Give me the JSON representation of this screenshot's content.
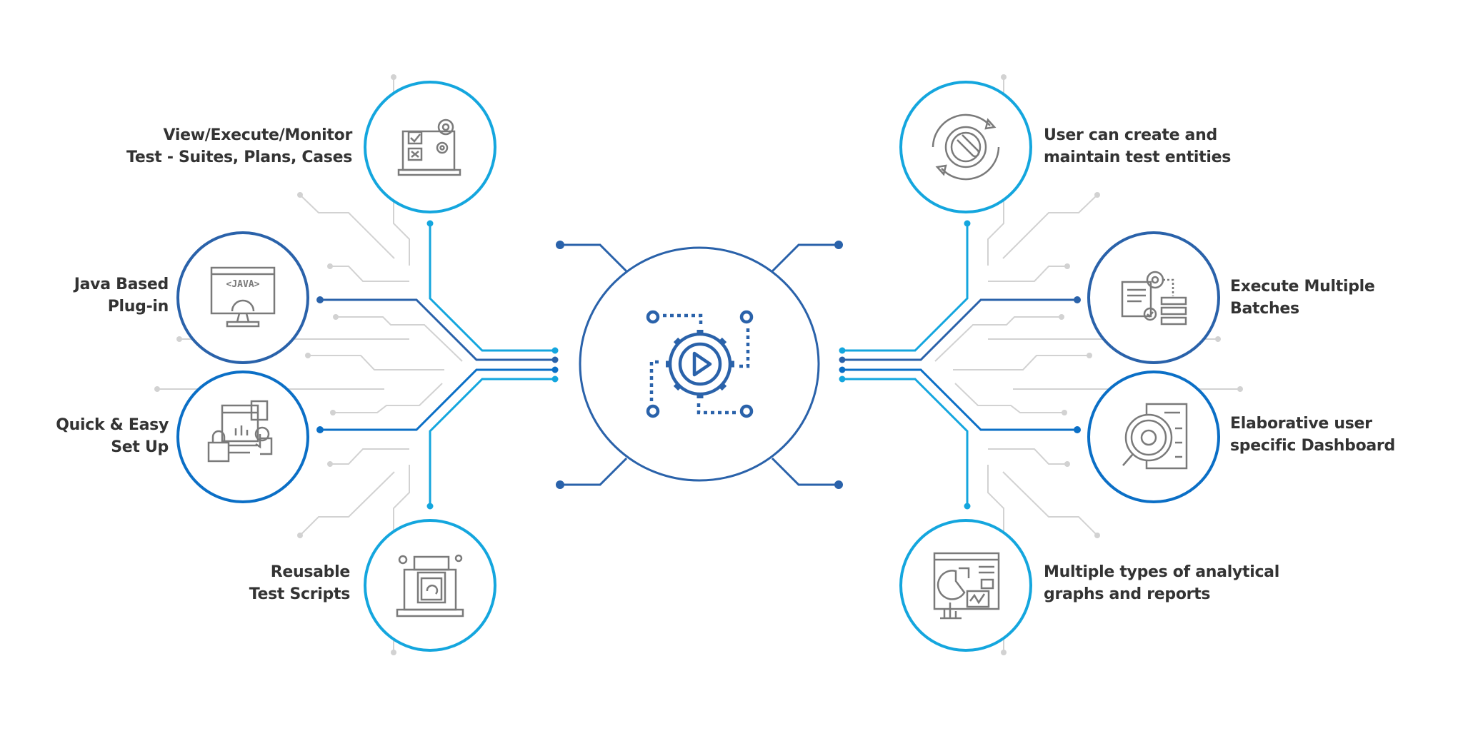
{
  "features": {
    "left": [
      {
        "line1": "View/Execute/Monitor",
        "line2": "Test - Suites, Plans, Cases",
        "icon": "test-monitor-laptop-icon"
      },
      {
        "line1": "Java Based",
        "line2": "Plug-in",
        "icon": "java-monitor-icon",
        "icon_text": "<JAVA>"
      },
      {
        "line1": "Quick & Easy",
        "line2": "Set Up",
        "icon": "easy-setup-touch-icon"
      },
      {
        "line1": "Reusable",
        "line2": "Test Scripts",
        "icon": "reusable-scripts-laptop-icon"
      }
    ],
    "right": [
      {
        "line1": "User can create and",
        "line2": "maintain test entities",
        "icon": "gear-wrench-cycle-icon"
      },
      {
        "line1": "Execute Multiple",
        "line2": "Batches",
        "icon": "batch-execution-icon"
      },
      {
        "line1": "Elaborative user",
        "line2": "specific Dashboard",
        "icon": "dashboard-magnifier-icon"
      },
      {
        "line1": "Multiple types of analytical",
        "line2": "graphs and reports",
        "icon": "analytics-reports-icon"
      }
    ]
  },
  "center": {
    "icon": "gear-play-automation-icon"
  },
  "colors": {
    "light_blue": "#14a6de",
    "dark_blue": "#2a62aa",
    "mid_blue": "#0b6fc6",
    "gray": "#cfcfcf",
    "text": "#333333",
    "icon": "#7a7a7a"
  }
}
